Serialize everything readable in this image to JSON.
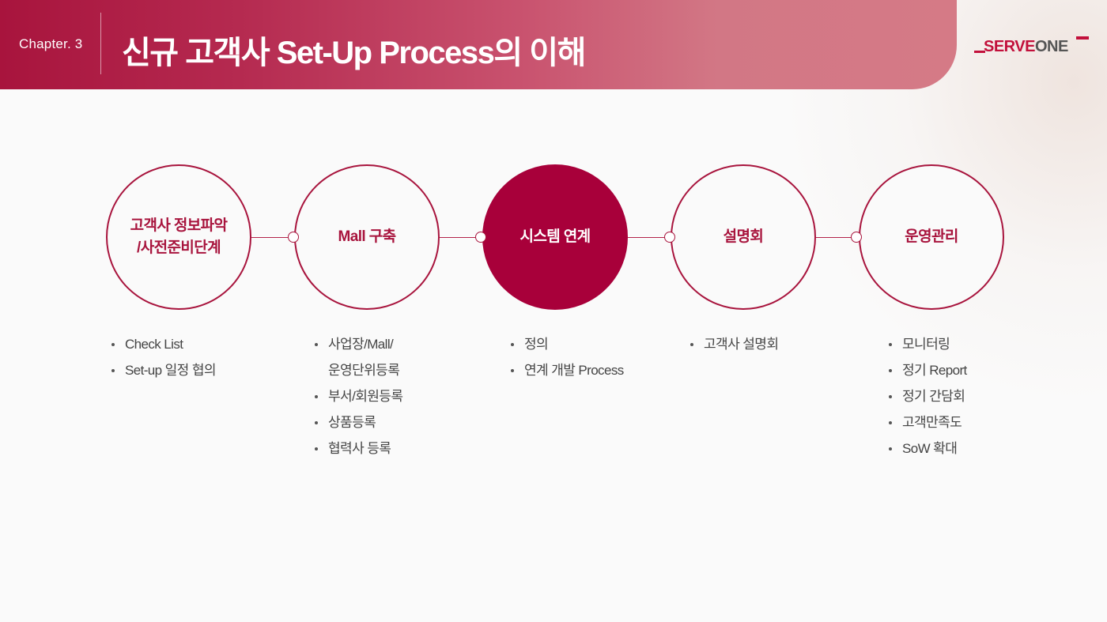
{
  "header": {
    "chapter": "Chapter. 3",
    "title": "신규 고객사 Set-Up Process의 이해",
    "logo": {
      "text_red": "S",
      "text_main": "ERVE",
      "text_end": "ONE"
    }
  },
  "colors": {
    "accent": "#a8143d",
    "active_fill": "#a8003a"
  },
  "steps": [
    {
      "label": "고객사 정보파악\n/사전준비단계",
      "active": false
    },
    {
      "label": "Mall 구축",
      "active": false
    },
    {
      "label": "시스템 연계",
      "active": true
    },
    {
      "label": "설명회",
      "active": false
    },
    {
      "label": "운영관리",
      "active": false
    }
  ],
  "details": [
    [
      "Check List",
      "Set-up 일정 협의"
    ],
    [
      "사업장/Mall/",
      "운영단위등록",
      "부서/회원등록",
      "상품등록",
      "협력사 등록"
    ],
    [
      "정의",
      "연계 개발 Process"
    ],
    [
      "고객사 설명회"
    ],
    [
      "모니터링",
      "정기 Report",
      "정기 간담회",
      "고객만족도",
      "SoW 확대"
    ]
  ]
}
